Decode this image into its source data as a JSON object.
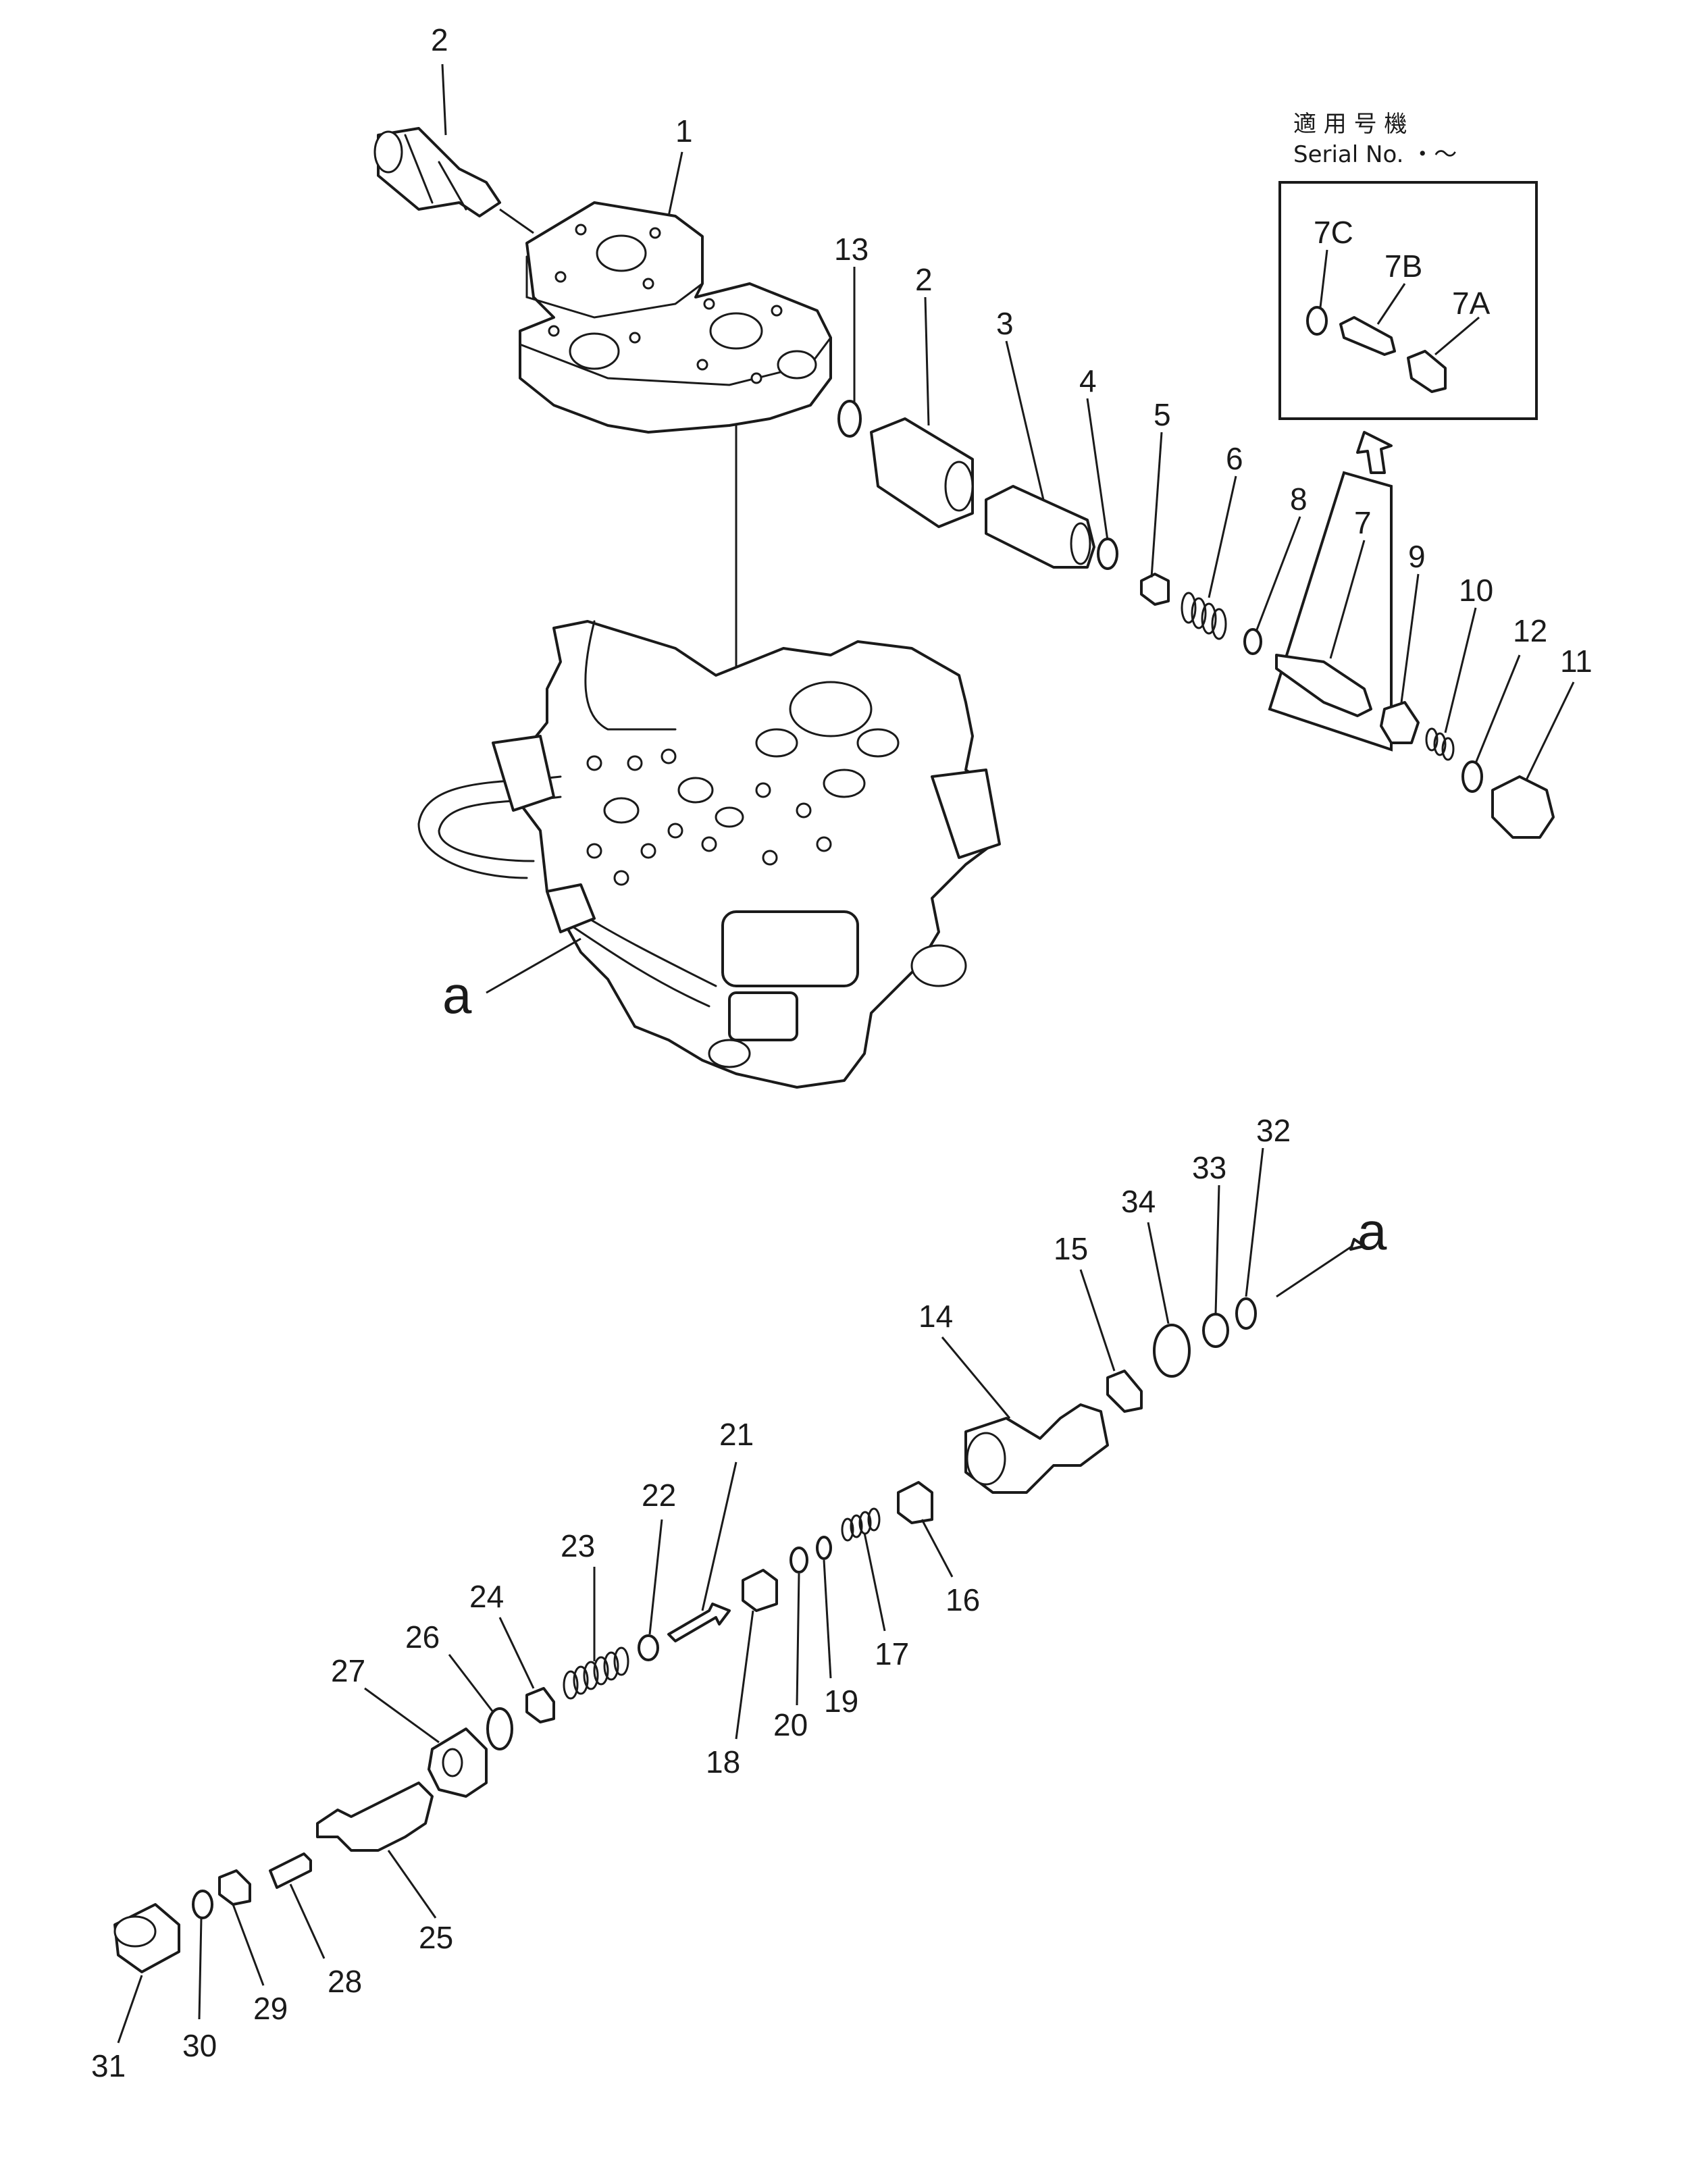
{
  "notes": {
    "serial_jp": "適 用 号 機",
    "serial_en": "Serial No.  ・～"
  },
  "detail_labels": [
    "7C",
    "7B",
    "7A"
  ],
  "ref_label": "a",
  "part_labels": {
    "p1": "1",
    "p2": "2",
    "p2b": "2",
    "p3": "3",
    "p4": "4",
    "p5": "5",
    "p6": "6",
    "p7": "7",
    "p8": "8",
    "p9": "9",
    "p10": "10",
    "p11": "11",
    "p12": "12",
    "p13": "13",
    "p14": "14",
    "p15": "15",
    "p16": "16",
    "p17": "17",
    "p18": "18",
    "p19": "19",
    "p20": "20",
    "p21": "21",
    "p22": "22",
    "p23": "23",
    "p24": "24",
    "p25": "25",
    "p26": "26",
    "p27": "27",
    "p28": "28",
    "p29": "29",
    "p30": "30",
    "p31": "31",
    "p32": "32",
    "p33": "33",
    "p34": "34"
  }
}
